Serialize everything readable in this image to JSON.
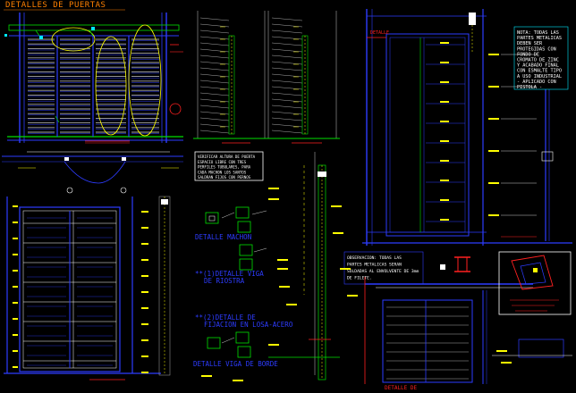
{
  "title": "DETALLES DE PUERTAS",
  "labels": {
    "machon": "DETALLE MACHON",
    "riostra_1": "**(1)DETALLE VIGA",
    "riostra_2": "DE RIOSTRA",
    "losa_1": "**(2)DETALLE DE",
    "losa_2": "FIJACION EN LOSA-ACERO",
    "borde": "DETALLE VIGA DE BORDE",
    "bottom_right": "DETALLE DE"
  },
  "notes": {
    "note_lines": [
      "NOTA: TODAS LAS",
      "PARTES METALICAS",
      "DEBEN SER",
      "PROTEGIDAS CON",
      "FONDO DE",
      "CROMATO DE ZINC",
      "Y ACABADO FINAL",
      "CON ESMALTE TIPO",
      "A USO INDUSTRIAL",
      "- APLICADO CON",
      "PISTOLA -"
    ],
    "obs_lines": [
      "OBSERVACION: TODAS LAS",
      "PARTES METALICAS SERAN",
      "SOLDADAS AL ENVOLVENTE DE 3mm",
      "DE FILETE."
    ],
    "white_box_lines": [
      "VERIFICAR ALTURA DE PUERTA",
      "ESPACIO LIBRE CON TRES",
      "PERFILES TUBULARES, PARA",
      "CADA MACHON LOS SANTOS",
      "SALDRAN FIJOS CON PERNOS"
    ]
  },
  "colors": {
    "background": "#000000",
    "blue": "#2d3cff",
    "yellow": "#ffff00",
    "white": "#ffffff",
    "red": "#ff2020",
    "green": "#00e000",
    "cyan": "#00e8ff",
    "orange": "#ff8000",
    "gray": "#a8a8a8",
    "magenta": "#ff00ff"
  }
}
